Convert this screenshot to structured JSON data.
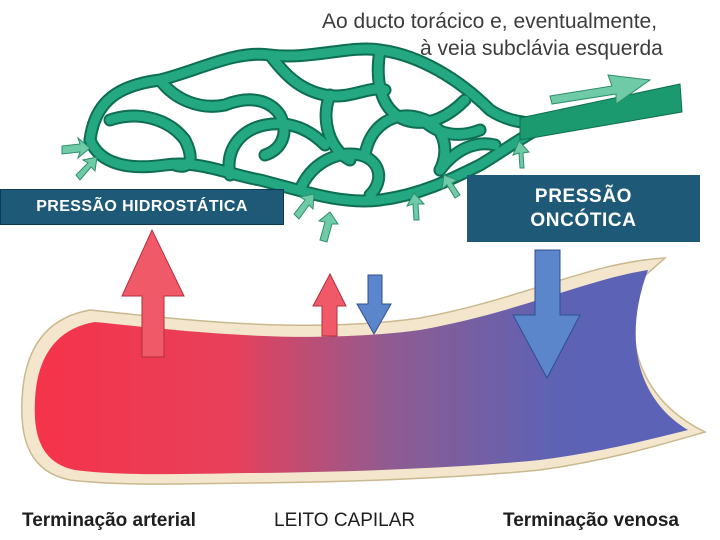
{
  "caption": {
    "line1": "Ao ducto torácico e, eventualmente,",
    "line2": "à veia subclávia esquerda"
  },
  "labels": {
    "hydrostatic": "PRESSÃO HIDROSTÁTICA",
    "oncotic_line1": "PRESSÃO",
    "oncotic_line2": "ONCÓTICA"
  },
  "bottom": {
    "arterial": "Terminação arterial",
    "capillary_bed": "LEITO CAPILAR",
    "venous": "Terminação venosa"
  },
  "colors": {
    "lymph": "#1aa07a",
    "lymph_outline": "#0e6e52",
    "arterial": "#f03c4e",
    "venous": "#5b63b8",
    "label_box": "#1e5a78",
    "up_arrow": "#e8505e",
    "down_arrow": "#5b86cc",
    "vessel_wall": "#f3e6cc"
  }
}
